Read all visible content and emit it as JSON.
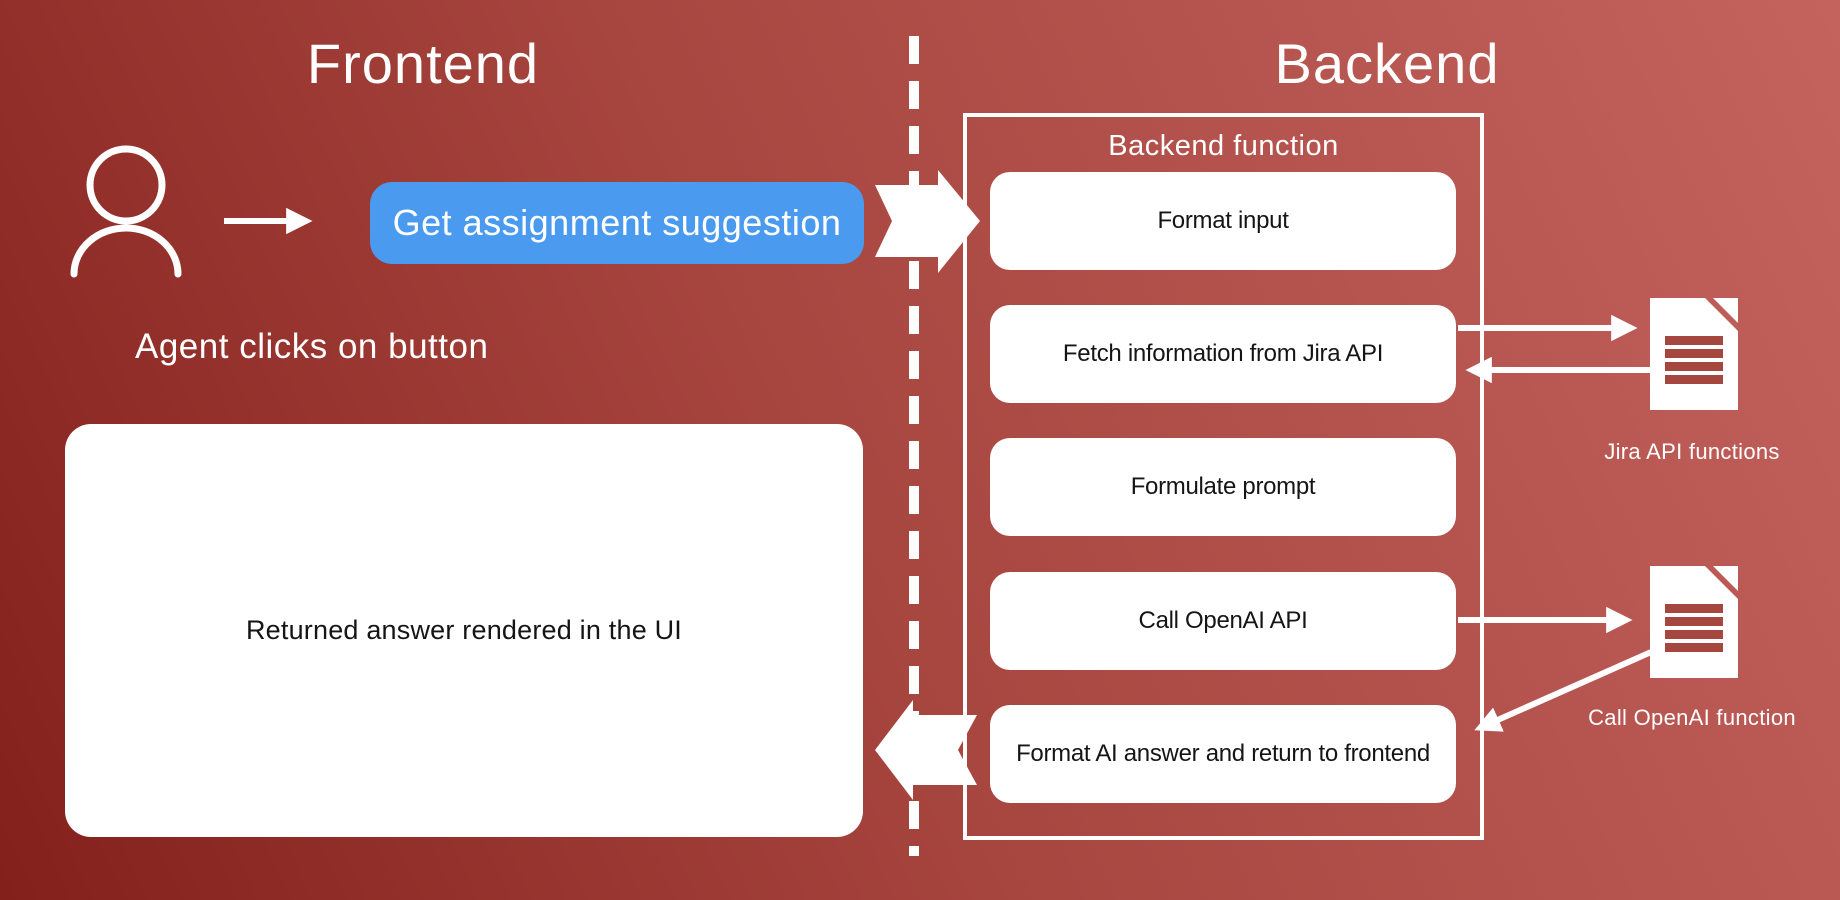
{
  "colors": {
    "background_light": "#c4635e",
    "background_mid": "#a7453f",
    "background_dark": "#84201b",
    "accent_blue": "#4a9bef",
    "panel_white": "#ffffff",
    "text_dark": "#151515",
    "text_light": "#ffffff"
  },
  "frontend": {
    "title": "Frontend",
    "button_label": "Get assignment suggestion",
    "caption": "Agent clicks on button",
    "result_box_label": "Returned answer rendered in the UI"
  },
  "backend": {
    "title": "Backend",
    "container_label": "Backend function",
    "steps": [
      "Format input",
      "Fetch information from Jira API",
      "Formulate prompt",
      "Call OpenAI API",
      "Format AI answer and return to frontend"
    ]
  },
  "external_functions": [
    {
      "label": "Jira API functions",
      "icon": "document-icon"
    },
    {
      "label": "Call OpenAI function",
      "icon": "document-icon"
    }
  ]
}
